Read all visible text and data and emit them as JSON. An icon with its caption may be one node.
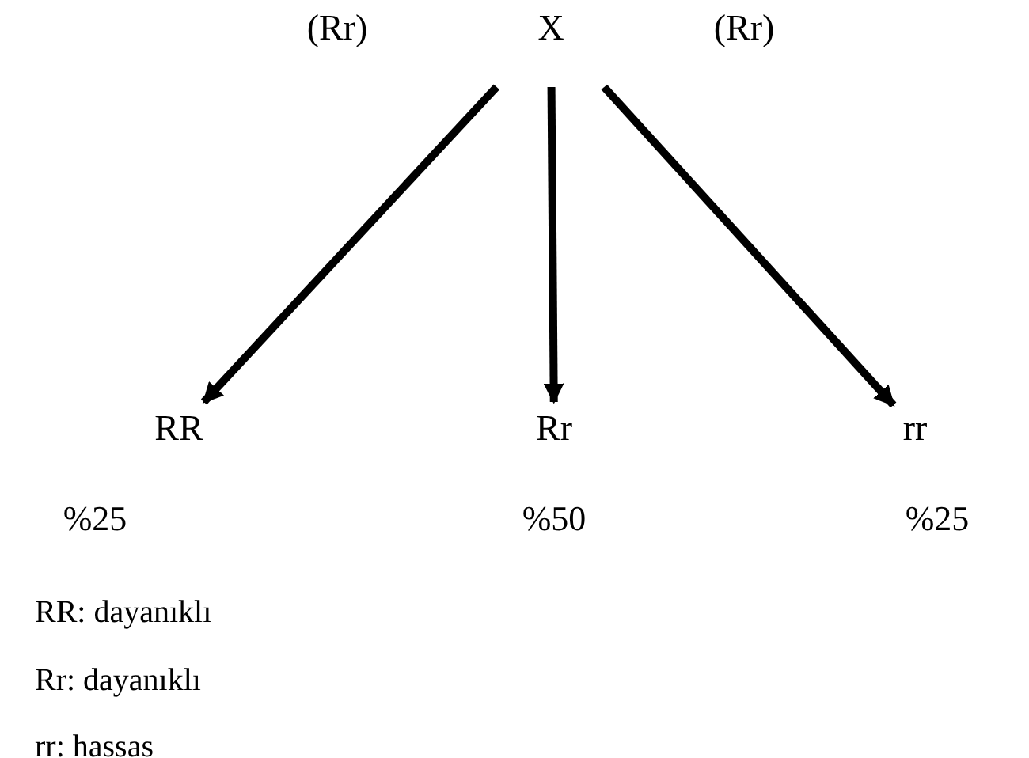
{
  "diagram": {
    "nodes": [
      {
        "text": [
          "X"
        ]
      },
      {
        "text": [
          "RR"
        ],
        "beside": [
          "%25"
        ]
      },
      {
        "text": [
          "Rr"
        ],
        "beside": [
          "%50"
        ]
      },
      {
        "text": [
          "rr"
        ],
        "beside": [
          "%25"
        ]
      }
    ],
    "edges": [
      {
        "from": 0,
        "to": 1,
        "arrow": "to"
      },
      {
        "from": 0,
        "to": 2,
        "arrow": "to"
      },
      {
        "from": 0,
        "to": 3,
        "arrow": "to"
      }
    ],
    "labels": [
      "(Rr)",
      "(Rr)",
      "RR: dayanıklı",
      "Rr: dayanıklı",
      "rr: hassas"
    ]
  }
}
